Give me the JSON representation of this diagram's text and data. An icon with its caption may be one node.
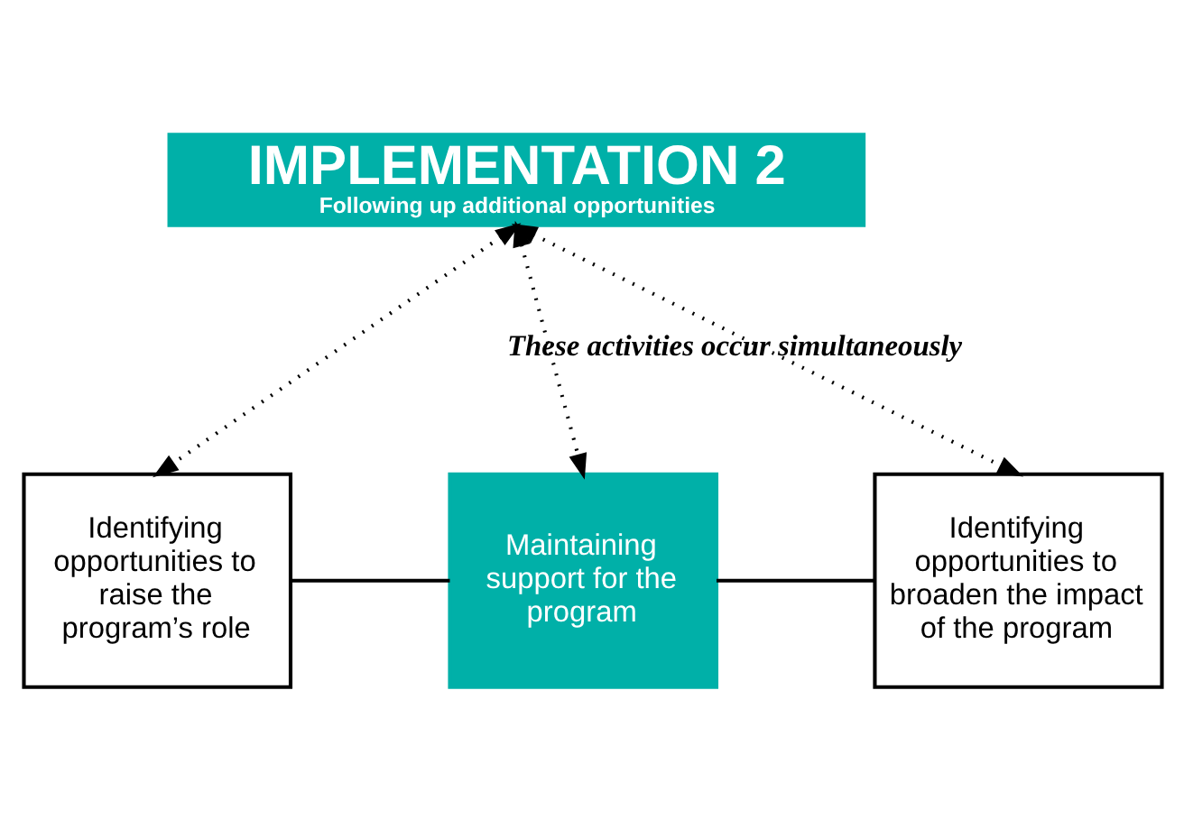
{
  "diagram": {
    "nodes": [
      {
        "text": [
          "IMPLEMENTATION 2",
          "Following up additional opportunities"
        ]
      },
      {
        "text": [
          "Identifying opportunities to raise the program’s role"
        ]
      },
      {
        "text": [
          "Maintaining support for the program"
        ]
      },
      {
        "text": [
          "Identifying opportunities to broaden the impact of the program"
        ]
      }
    ],
    "edges": [
      {
        "from": 0,
        "to": 1,
        "arrow": "both",
        "style": "dashed"
      },
      {
        "from": 0,
        "to": 2,
        "arrow": "both",
        "style": "dashed",
        "label": "These activities occur simultaneously"
      },
      {
        "from": 0,
        "to": 3,
        "arrow": "both",
        "style": "dashed"
      },
      {
        "from": 1,
        "to": 2,
        "arrow": "none"
      },
      {
        "from": 2,
        "to": 3,
        "arrow": "none"
      }
    ]
  }
}
